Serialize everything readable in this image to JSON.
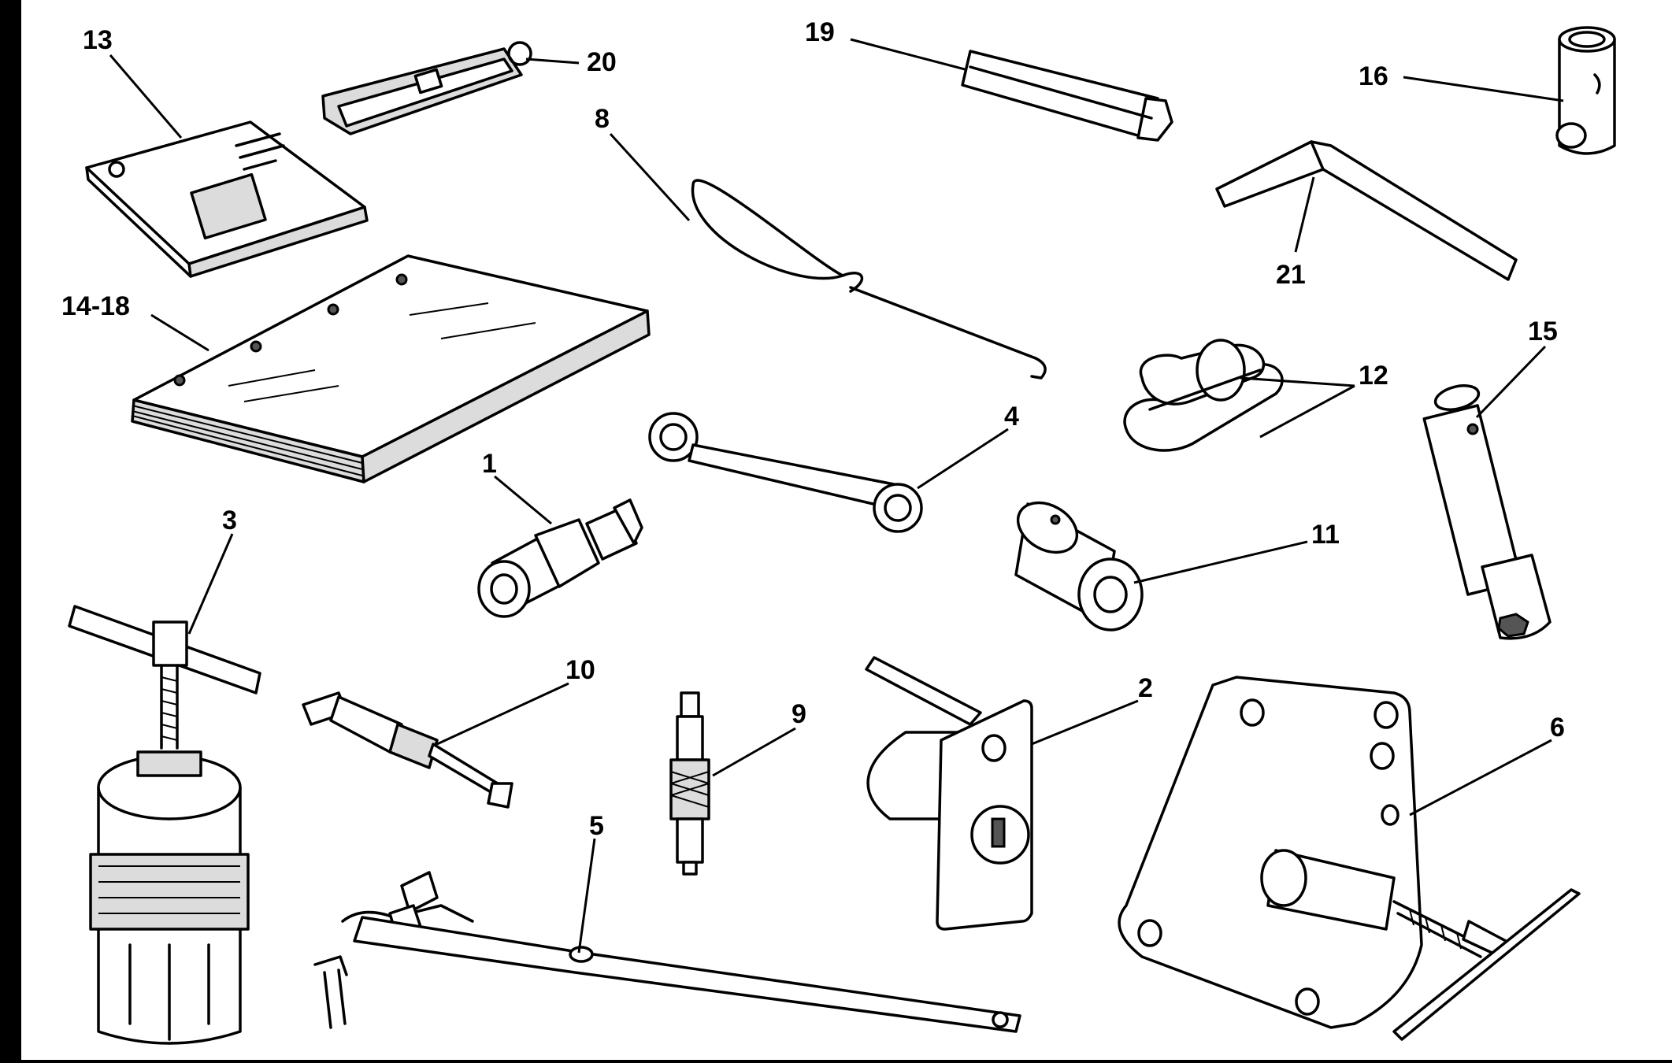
{
  "figure": {
    "labels": [
      {
        "id": "13",
        "text": "13"
      },
      {
        "id": "20",
        "text": "20"
      },
      {
        "id": "19",
        "text": "19"
      },
      {
        "id": "16",
        "text": "16"
      },
      {
        "id": "8",
        "text": "8"
      },
      {
        "id": "21",
        "text": "21"
      },
      {
        "id": "14-18",
        "text": "14-18"
      },
      {
        "id": "12",
        "text": "12"
      },
      {
        "id": "15",
        "text": "15"
      },
      {
        "id": "4",
        "text": "4"
      },
      {
        "id": "1",
        "text": "1"
      },
      {
        "id": "3",
        "text": "3"
      },
      {
        "id": "11",
        "text": "11"
      },
      {
        "id": "10",
        "text": "10"
      },
      {
        "id": "2",
        "text": "2"
      },
      {
        "id": "9",
        "text": "9"
      },
      {
        "id": "6",
        "text": "6"
      },
      {
        "id": "5",
        "text": "5"
      }
    ]
  },
  "colors": {
    "ink": "#000000",
    "paper": "#ffffff",
    "shade": "#dcdcdc"
  }
}
